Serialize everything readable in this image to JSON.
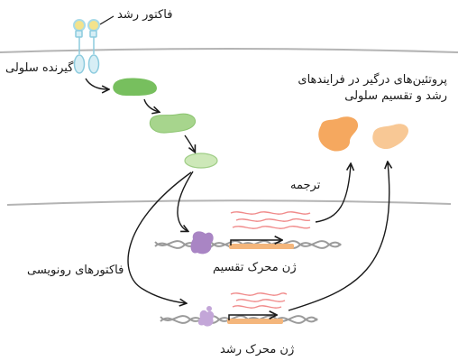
{
  "labels": {
    "growth_factor": "فاکتور رشد",
    "cell_receptor": "گیرنده سلولی",
    "proteins_line1": "پروتئین‌های درگیر در فرایندهای",
    "proteins_line2": "رشد و تقسیم سلولی",
    "translation": "ترجمه",
    "transcription_factors": "فاکتورهای رونویسی",
    "division_gene": "ژن محرک تقسیم",
    "growth_gene": "ژن محرک رشد"
  },
  "colors": {
    "membrane": "#b4b4b4",
    "nucleus_membrane": "#b4b4b4",
    "growth_factor": "#f3e38c",
    "receptor": "#a9dbe8",
    "signal_dark": "#77bf5e",
    "signal_mid": "#a7d58d",
    "signal_light": "#cde8b8",
    "tf_active": "#a985c4",
    "tf_inactive": "#c3a6d8",
    "gene": "#f4b67c",
    "mrna": "#f08a8a",
    "protein_dark": "#f5a85f",
    "protein_light": "#f8c895",
    "dna": "#9a9a9a",
    "arrow": "#1a1a1a"
  }
}
